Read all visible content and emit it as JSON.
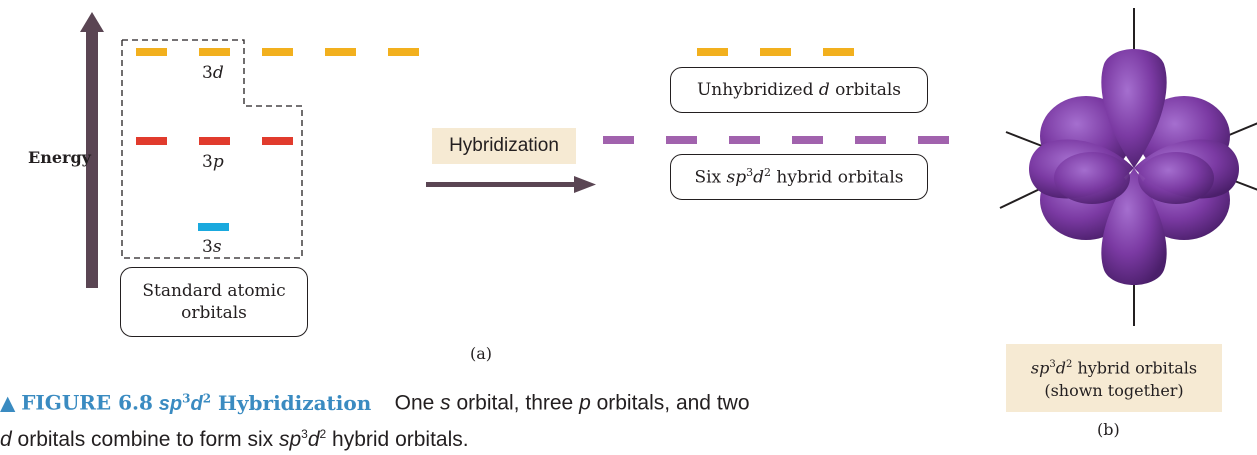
{
  "energy_label": "Energy",
  "levels": {
    "three_d": {
      "label_num": "3",
      "label_letter": "d",
      "color": "#f2b01e"
    },
    "three_p": {
      "label_num": "3",
      "label_letter": "p",
      "color": "#e13b2d"
    },
    "three_s": {
      "label_num": "3",
      "label_letter": "s",
      "color": "#1aa9de"
    }
  },
  "hybrid_color": "#a162ad",
  "standard_box": {
    "line1": "Standard atomic",
    "line2": "orbitals"
  },
  "hybridization_label": "Hybridization",
  "unhybridized_box": {
    "pre": "Unhybridized ",
    "italic": "d",
    "post": " orbitals"
  },
  "hybrid_box": {
    "pre": "Six ",
    "s": "sp",
    "sup1": "3",
    "d": "d",
    "sup2": "2",
    "post": " hybrid orbitals"
  },
  "part_a": "(a)",
  "part_b": "(b)",
  "orbital_tag": {
    "s": "sp",
    "sup1": "3",
    "d": "d",
    "sup2": "2",
    "line1_post": " hybrid orbitals",
    "line2": "(shown together)"
  },
  "caption": {
    "marker": "▲",
    "figure": "FIGURE 6.8",
    "title_s": "sp",
    "title_sup1": "3",
    "title_d": "d",
    "title_sup2": "2",
    "title_post": " Hybridization",
    "body1_a": "One ",
    "body1_s": "s",
    "body1_b": " orbital, three ",
    "body1_p": "p",
    "body1_c": " orbitals, and two",
    "body2_d": "d",
    "body2_a": " orbitals combine to form six ",
    "body2_s": "sp",
    "body2_sup1": "3",
    "body2_dd": "d",
    "body2_sup2": "2",
    "body2_b": " hybrid orbitals."
  },
  "orbital_color": "#7b3aa3"
}
